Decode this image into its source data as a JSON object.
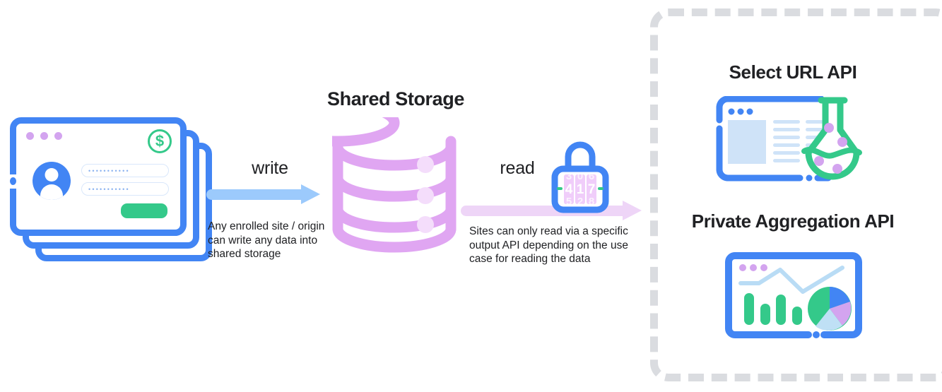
{
  "diagram": {
    "title_shared_storage": "Shared Storage",
    "write": {
      "label": "write",
      "caption": "Any enrolled site / origin can write any data into shared storage",
      "arrow_color": "#9ccafc",
      "arrow_icon": "write-arrow-icon"
    },
    "read": {
      "label": "read",
      "caption": "Sites can only read via a specific output API depending on the use case for reading the data",
      "arrow_color": "#eed5f7",
      "arrow_icon": "read-arrow-icon",
      "lock_icon": "combination-lock-icon",
      "lock_digits": [
        "4",
        "1",
        "7"
      ]
    },
    "source": {
      "icon": "stacked-browser-cards-icon",
      "card_count": 3,
      "window_dots": 3,
      "badge_icon": "dollar-circle-icon",
      "badge_symbol": "$",
      "avatar_icon": "user-avatar-icon",
      "input_mask": "•••••••••••",
      "submit_button_icon": "green-submit-button",
      "border_color": "#4285f4",
      "accent_green": "#34c98a",
      "dot_color": "#d3a4ef"
    },
    "storage": {
      "icon": "database-cylinder-icon",
      "bands": 3,
      "color": "#e0a6f2",
      "dot_color": "#f4ddfb"
    },
    "output_panel": {
      "border_style": "dashed",
      "border_color": "#dadce0",
      "apis": [
        {
          "title": "Select URL API",
          "icon": "browser-window-with-flask-icon",
          "window_dot_color": "#4285f4",
          "flask_color": "#34c98a",
          "flask_dot_color": "#d3a4ef",
          "content_color": "#cfe3f8"
        },
        {
          "title": "Private Aggregation API",
          "icon": "browser-window-with-charts-icon",
          "window_dot_color": "#d3a4ef",
          "bar_color": "#34c98a",
          "line_color": "#b9dcf5",
          "pie_segments": [
            {
              "name": "green",
              "color": "#34c98a",
              "share": 50
            },
            {
              "name": "blue",
              "color": "#4285f4",
              "share": 18
            },
            {
              "name": "purple",
              "color": "#d3a4ef",
              "share": 17
            },
            {
              "name": "light-blue",
              "color": "#bfe0f5",
              "share": 15
            }
          ],
          "bar_heights": [
            100,
            66,
            86,
            58
          ]
        }
      ]
    }
  }
}
